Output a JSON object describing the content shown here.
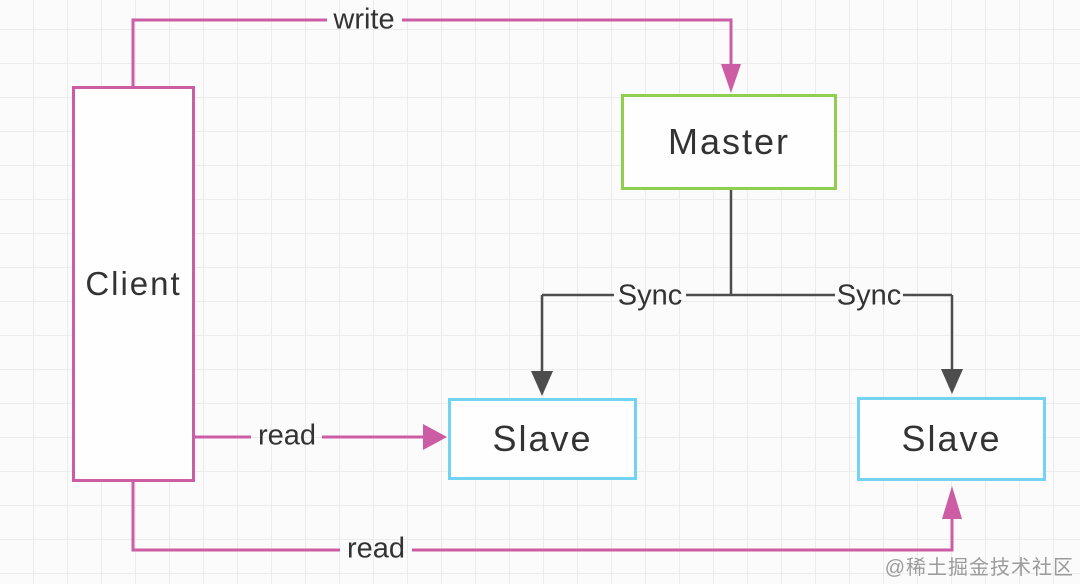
{
  "nodes": {
    "client": {
      "label": "Client"
    },
    "master": {
      "label": "Master"
    },
    "slave_left": {
      "label": "Slave"
    },
    "slave_right": {
      "label": "Slave"
    }
  },
  "edges": {
    "write": {
      "label": "write"
    },
    "sync_left": {
      "label": "Sync"
    },
    "sync_right": {
      "label": "Sync"
    },
    "read_left": {
      "label": "read"
    },
    "read_bottom": {
      "label": "read"
    }
  },
  "watermark": {
    "text": "@稀土掘金技术社区"
  },
  "colors": {
    "pink": "#CC5CA4",
    "green": "#8FCE4F",
    "cyan": "#72D3F4",
    "gray-edge": "#4D4D4D",
    "text": "#333333",
    "watermark": "#9B9B9B",
    "grid-line": "#ECECEC",
    "canvas-bg": "#FBFBFB",
    "node-bg": "#FEFEFE"
  }
}
